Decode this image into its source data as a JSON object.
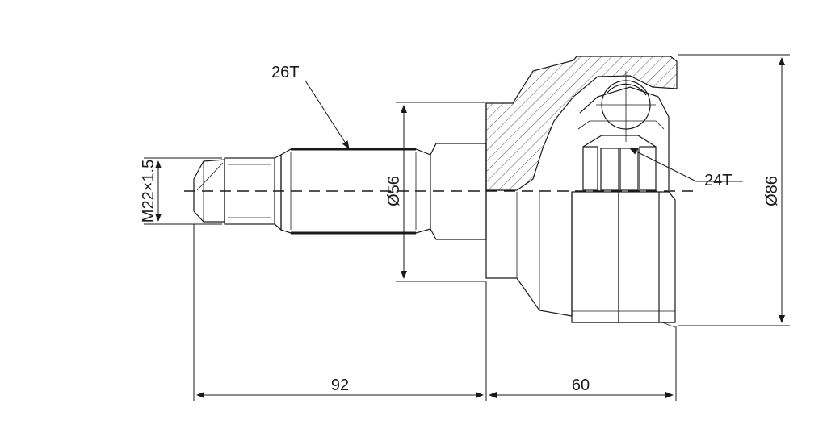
{
  "labels": {
    "spline_outer": "26T",
    "spline_inner": "24T",
    "thread": "M22×1.5",
    "shaft_diameter": "Ø56",
    "housing_diameter": "Ø86",
    "length_shaft": "92",
    "length_housing": "60"
  }
}
